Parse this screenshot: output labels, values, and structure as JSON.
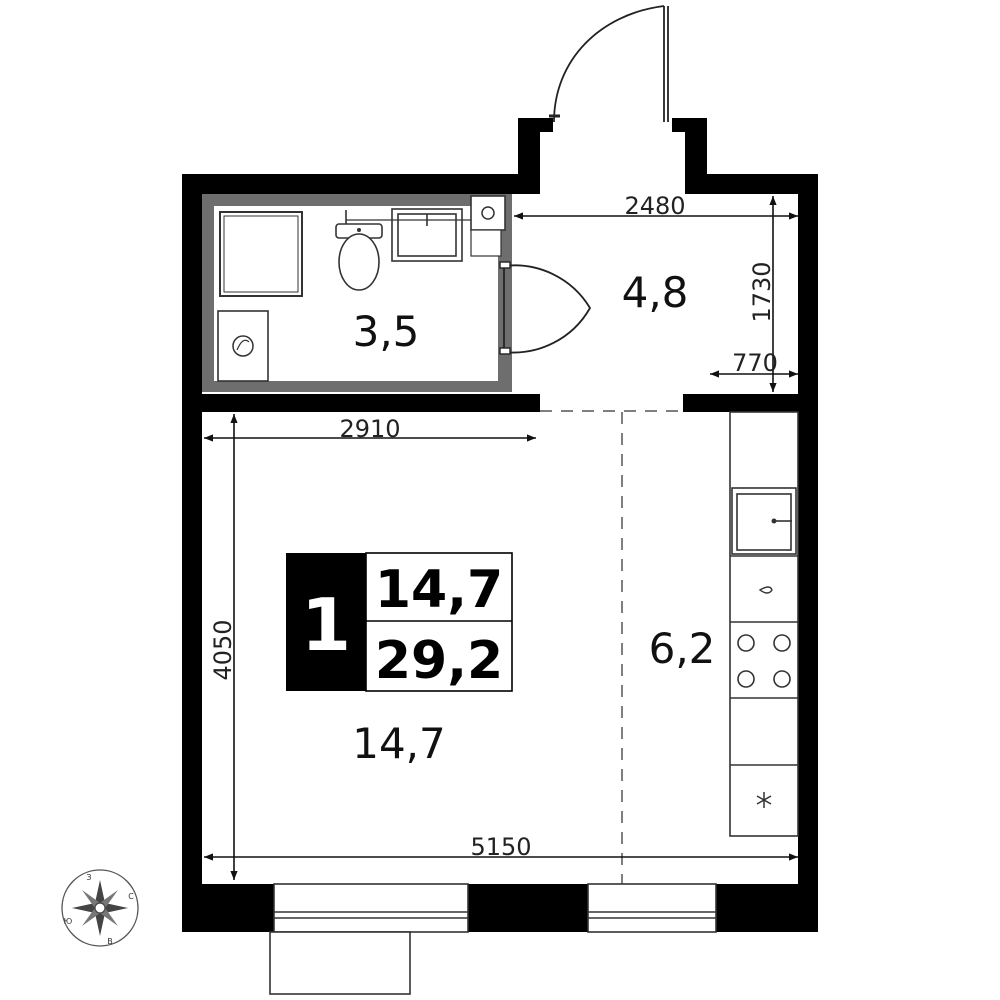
{
  "rooms": {
    "bathroom_area": "3,5",
    "hallway_area": "4,8",
    "living_area": "14,7",
    "kitchen_area": "6,2"
  },
  "dimensions": {
    "hall_width": "2480",
    "hall_depth": "1730",
    "hall_niche": "770",
    "room_width": "2910",
    "room_depth": "4050",
    "total_width": "5150"
  },
  "badge": {
    "rooms_count": "1",
    "living_area": "14,7",
    "total_area": "29,2"
  },
  "compass": {
    "north": "З",
    "east": "С",
    "south": "В",
    "west": "Ю"
  }
}
